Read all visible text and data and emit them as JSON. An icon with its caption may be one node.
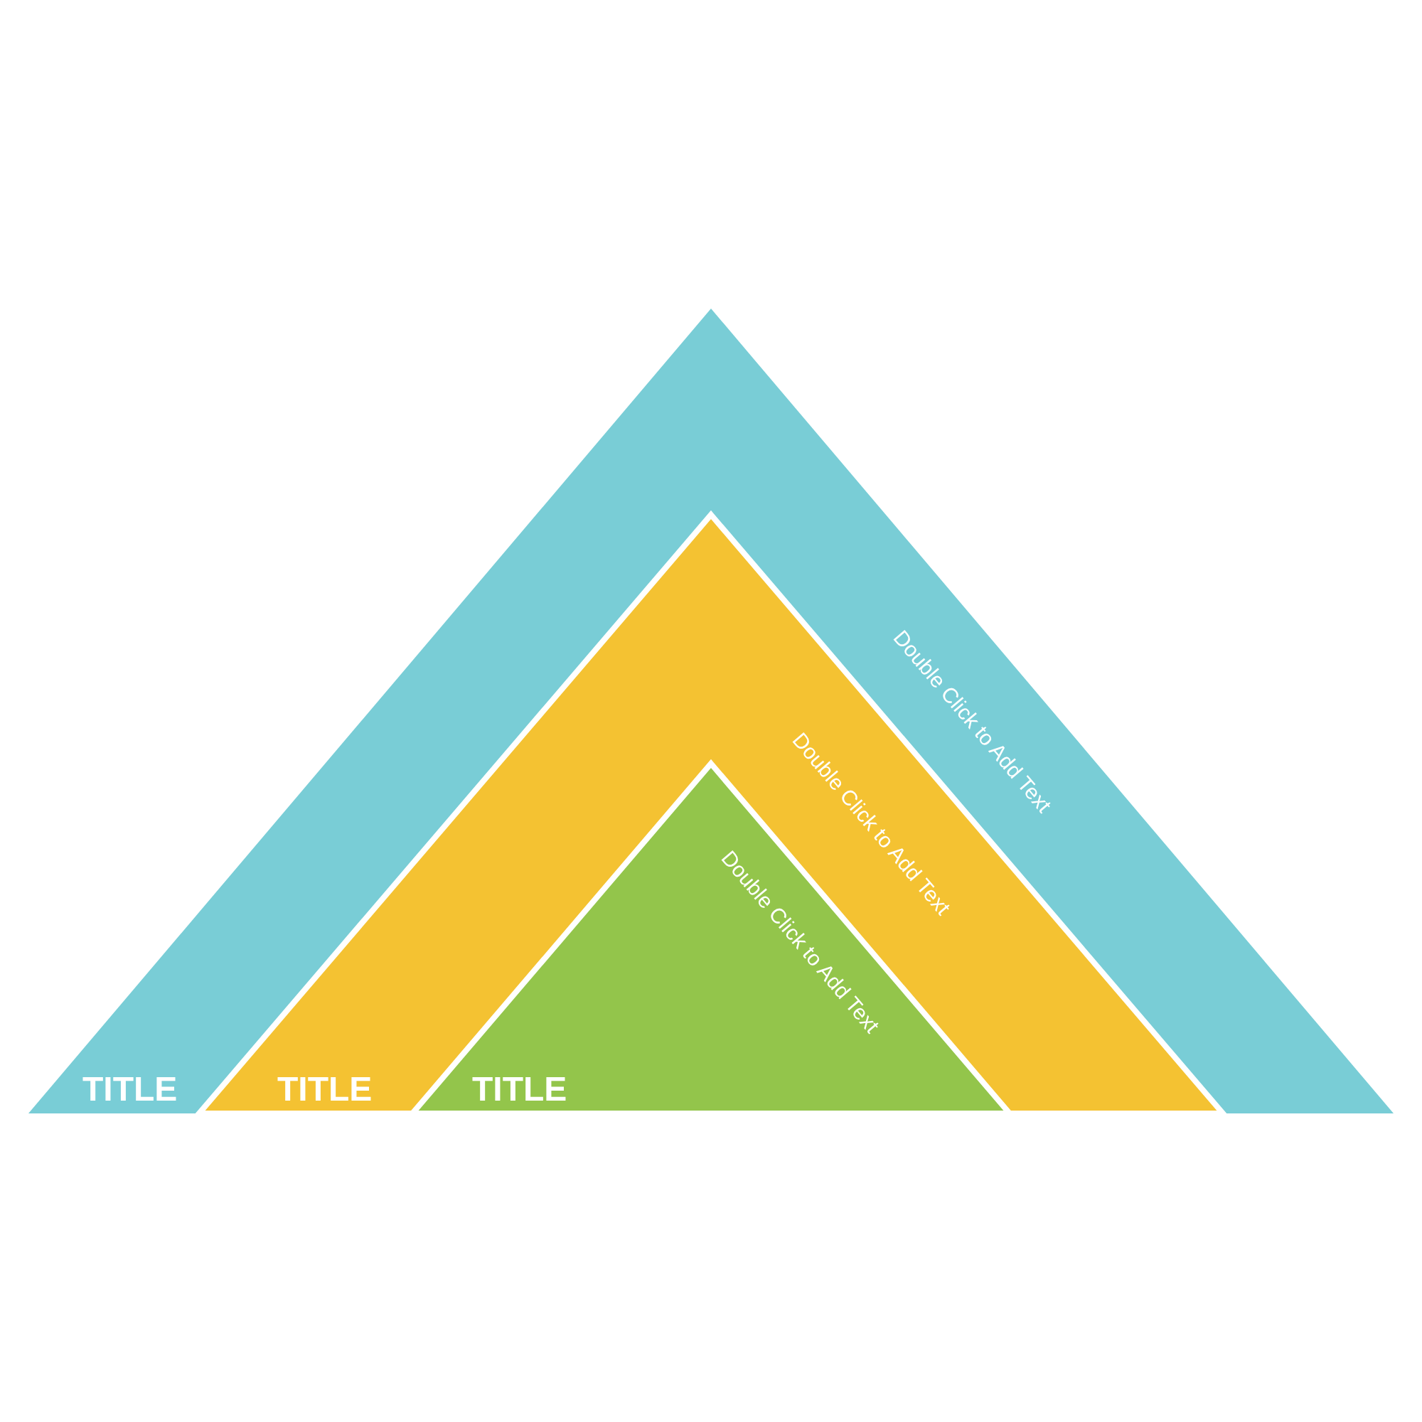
{
  "diagram": {
    "nodes": [
      {
        "text": [
          "TITLE",
          "Double Click to Add Text"
        ]
      },
      {
        "text": [
          "TITLE",
          "Double Click to Add Text"
        ],
        "in": 0
      },
      {
        "text": [
          "TITLE",
          "Double Click to Add Text"
        ],
        "in": 1
      }
    ]
  }
}
